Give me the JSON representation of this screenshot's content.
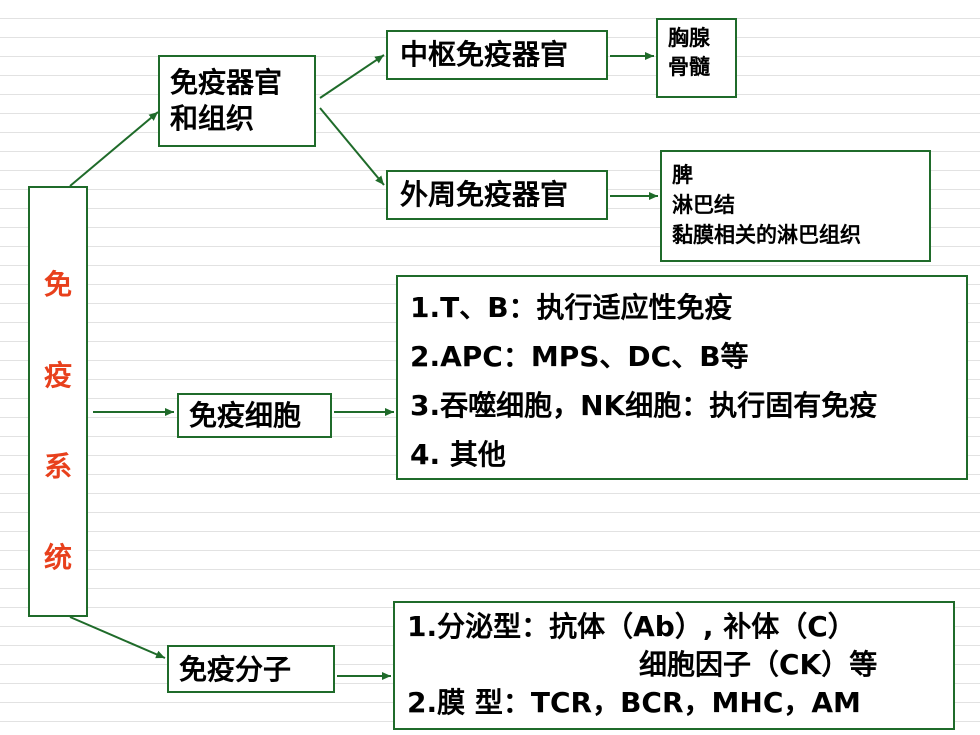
{
  "colors": {
    "border": "#1f6b2a",
    "root_text": "#e8401c",
    "text": "#000000"
  },
  "root": {
    "chars": [
      "免",
      "疫",
      "系",
      "统"
    ]
  },
  "organs": {
    "line1": "免疫器官",
    "line2": "和组织"
  },
  "central": {
    "label": "中枢免疫器官",
    "items": [
      "胸腺",
      "骨髓"
    ]
  },
  "peripheral": {
    "label": "外周免疫器官",
    "items": [
      "脾",
      "淋巴结",
      "黏膜相关的淋巴组织"
    ]
  },
  "cells": {
    "label": "免疫细胞",
    "items": [
      "1.T、B：执行适应性免疫",
      "2.APC：MPS、DC、B等",
      "3.吞噬细胞，NK细胞：执行固有免疫",
      "4. 其他"
    ]
  },
  "molecules": {
    "label": "免疫分子",
    "items": [
      "1.分泌型：抗体（Ab）, 补体（C）",
      "细胞因子（CK）等",
      "2.膜  型：TCR，BCR，MHC，AM"
    ]
  }
}
